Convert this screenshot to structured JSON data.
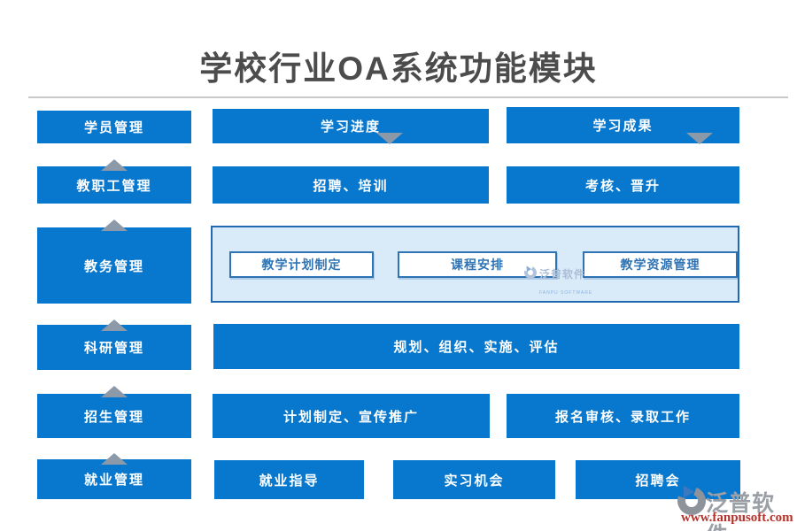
{
  "title": "学校行业OA系统功能模块",
  "left_column": {
    "student": "学员管理",
    "staff": "教职工管理",
    "academic": "教务管理",
    "research": "科研管理",
    "enrollment": "招生管理",
    "employment": "就业管理"
  },
  "learning": {
    "progress": "学习进度",
    "outcome": "学习成果",
    "recruit_training": "招聘、培训",
    "appraisal_promotion": "考核、晋升"
  },
  "teaching": {
    "plan": "教学计划制定",
    "schedule": "课程安排",
    "resources": "教学资源管理"
  },
  "research_process": "规划、组织、实施、评估",
  "enrollment_tasks": {
    "plan_promotion": "计划制定、宣传推广",
    "review_admission": "报名审核、录取工作"
  },
  "employment_tasks": {
    "guidance": "就业指导",
    "internship": "实习机会",
    "job_fair": "招聘会"
  },
  "watermark": {
    "brand": "泛普软件",
    "brand_sub": "FANPU SOFTWARE",
    "url": "www.fanpusoft.com"
  },
  "colors": {
    "box_blue": "#0878ce",
    "arrow_gray": "#8b99a8",
    "panel_bg": "#d9eaf8",
    "panel_border": "#2268b0",
    "inner_box_blue": "#2e74b5",
    "title_gray": "#4c4c4c",
    "watermark_red": "#b5312a"
  }
}
